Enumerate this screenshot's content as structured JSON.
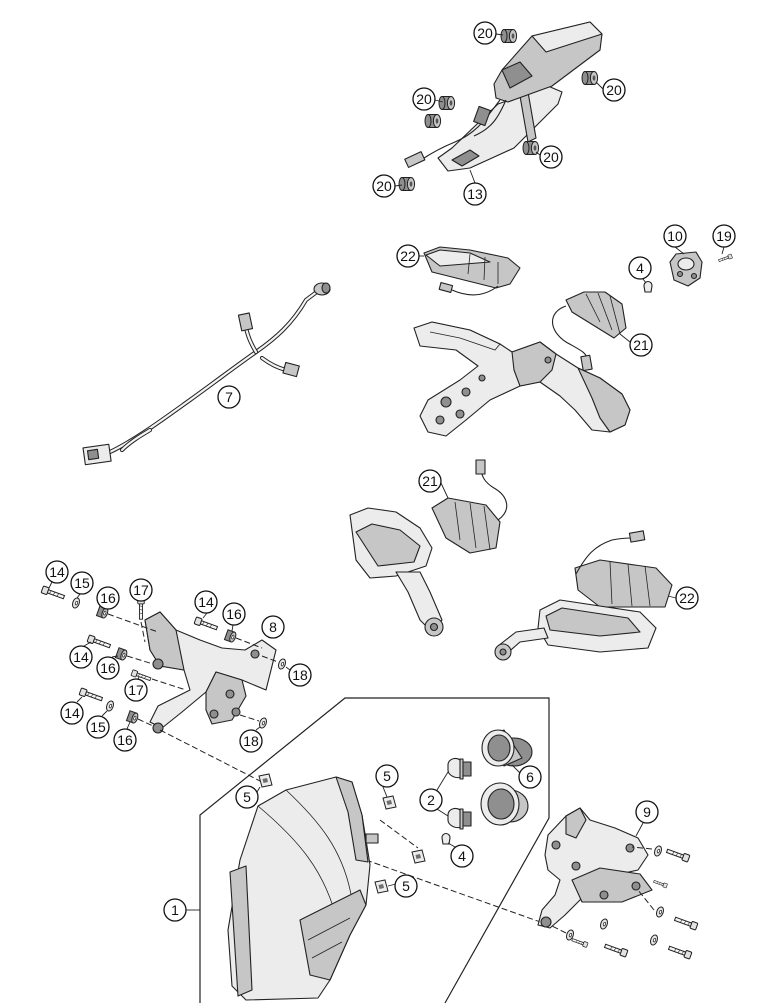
{
  "tail_light": {
    "callouts": [
      "20",
      "20",
      "20",
      "20",
      "20",
      "13"
    ]
  },
  "rear_signals": {
    "callouts": [
      "22",
      "10",
      "19",
      "4",
      "21"
    ]
  },
  "harness": {
    "callouts": [
      "7"
    ]
  },
  "front_signals": {
    "callouts": [
      "21",
      "22"
    ]
  },
  "mask_bracket": {
    "callouts": [
      "14",
      "15",
      "16",
      "17",
      "14",
      "16",
      "8",
      "14",
      "16",
      "18",
      "17",
      "14",
      "15",
      "16",
      "18"
    ]
  },
  "headlight": {
    "callouts": [
      "5",
      "5",
      "2",
      "6",
      "4",
      "5",
      "1"
    ]
  },
  "headlight_bracket": {
    "callouts": [
      "9"
    ]
  },
  "colors": {
    "line": "#222222",
    "light_fill": "#ececec",
    "mid_fill": "#c6c6c6",
    "dark_fill": "#8f8f8f",
    "background": "#ffffff"
  }
}
